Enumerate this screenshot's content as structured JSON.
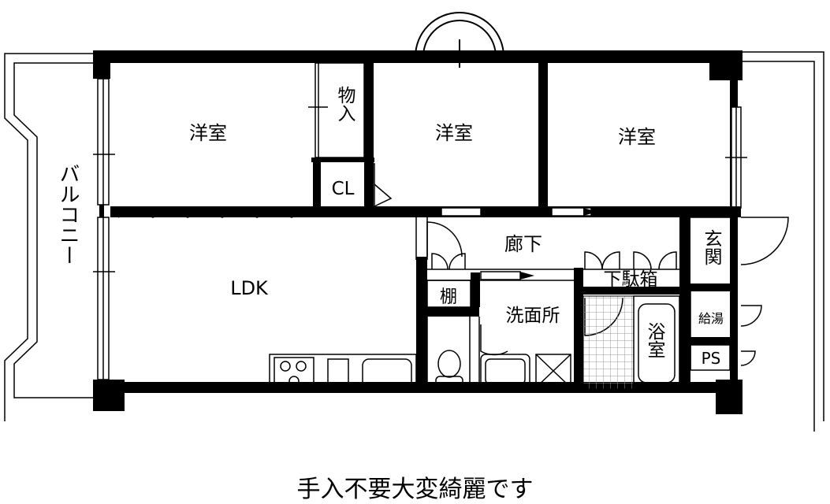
{
  "rooms": {
    "western_1": "洋室",
    "western_2": "洋室",
    "western_3": "洋室",
    "storage": "物入",
    "closet": "CL",
    "ldk": "LDK",
    "hallway": "廊下",
    "entrance": "玄関",
    "shoe_box": "下駄箱",
    "shelf": "棚",
    "washroom": "洗面所",
    "bath": "浴室",
    "water_heater": "給湯",
    "pipe_space": "PS",
    "balcony": "バルコニー"
  },
  "caption": "手入不要大変綺麗です",
  "colors": {
    "wall": "#000000",
    "line": "#000000",
    "background": "#ffffff",
    "tile": "#bbbbbb"
  }
}
